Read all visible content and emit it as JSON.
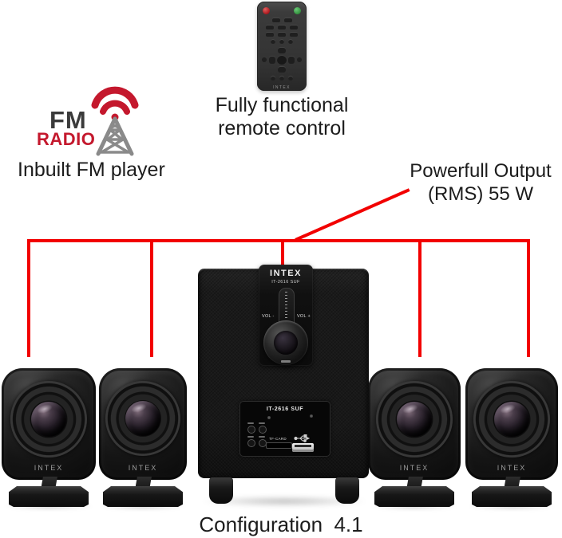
{
  "colors": {
    "annotation_red": "#f20000",
    "radio_red": "#c4182d",
    "tower_gray": "#8a8a8a"
  },
  "fm_block": {
    "fm": "FM",
    "radio": "RADIO",
    "caption": "Inbuilt FM player"
  },
  "remote_block": {
    "caption_line1": "Fully functional",
    "caption_line2": "remote control",
    "brand": "INTEX"
  },
  "output_block": {
    "line1": "Powerfull Output",
    "line2": "(RMS) 55 W"
  },
  "subwoofer": {
    "brand": "INTEX",
    "model": "IT-2616 SUF",
    "vol_minus": "VOL -",
    "vol_plus": "VOL +",
    "panel": {
      "model": "IT-2616 SUF",
      "tf_card": "TF-CARD"
    }
  },
  "speakers": {
    "brand": "INTEX"
  },
  "footer": {
    "caption": "Configuration  4.1"
  }
}
